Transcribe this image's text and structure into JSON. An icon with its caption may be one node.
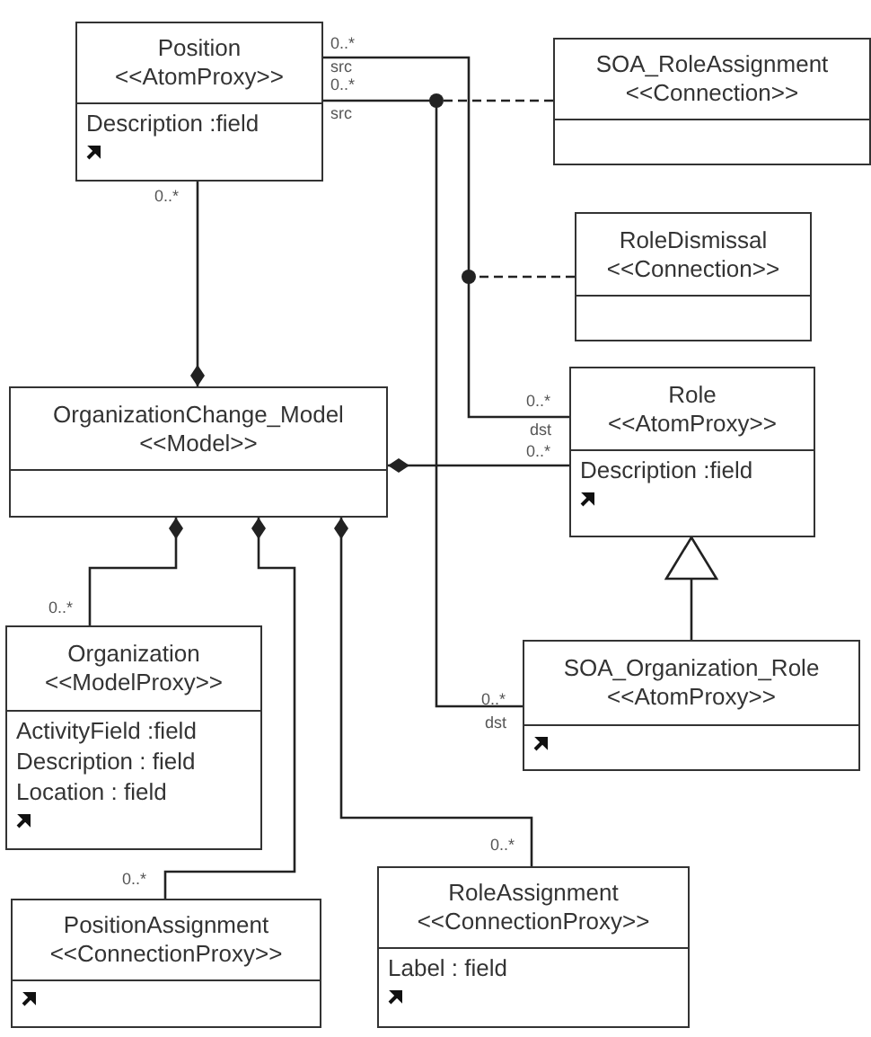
{
  "diagram": {
    "nodes": [
      {
        "text": [
          "Position <<AtomProxy>>",
          "Description :field"
        ]
      },
      {
        "text": [
          "SOA_RoleAssignment <<Connection>>"
        ]
      },
      {
        "text": [
          "RoleDismissal <<Connection>>"
        ]
      },
      {
        "text": [
          "OrganizationChange_Model <<Model>>"
        ]
      },
      {
        "text": [
          "Role <<AtomProxy>>",
          "Description :field"
        ]
      },
      {
        "text": [
          "Organization <<ModelProxy>>",
          "ActivityField :field",
          "Description : field",
          "Location : field"
        ]
      },
      {
        "text": [
          "SOA_Organization_Role <<AtomProxy>>"
        ]
      },
      {
        "text": [
          "PositionAssignment <<ConnectionProxy>>"
        ]
      },
      {
        "text": [
          "RoleAssignment <<ConnectionProxy>>",
          "Label : field"
        ]
      }
    ],
    "edges": [
      {
        "from": 0,
        "to": 4,
        "arrow": "none"
      },
      {
        "from": 0,
        "to": 6,
        "arrow": "none"
      },
      {
        "from": 1,
        "to": null,
        "arrow": "other",
        "style": "dashed"
      },
      {
        "from": 2,
        "to": null,
        "arrow": "other",
        "style": "dashed"
      },
      {
        "from": 0,
        "to": 3,
        "arrow": "other"
      },
      {
        "from": 4,
        "to": 3,
        "arrow": "other"
      },
      {
        "from": 5,
        "to": 3,
        "arrow": "other"
      },
      {
        "from": 7,
        "to": 3,
        "arrow": "other"
      },
      {
        "from": 8,
        "to": 3,
        "arrow": "other"
      },
      {
        "from": 6,
        "to": 4,
        "arrow": "to"
      }
    ],
    "labels": [
      "0..*",
      "src",
      "0..*",
      "src",
      "0..*",
      "0..*",
      "dst",
      "0..*",
      "0..*",
      "0..*",
      "dst",
      "0..*",
      "0..*"
    ]
  }
}
